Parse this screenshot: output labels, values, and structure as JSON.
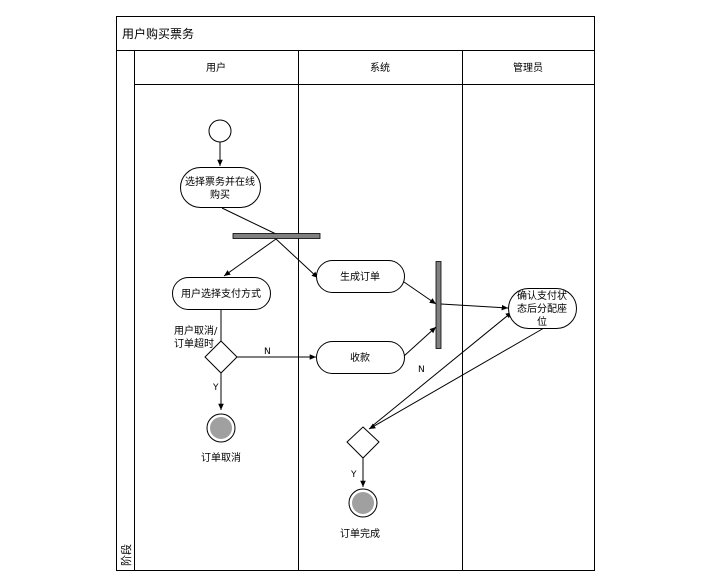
{
  "diagram": {
    "title": "用户购买票务",
    "stage_label": "阶段",
    "lanes": [
      {
        "label": "用户"
      },
      {
        "label": "系统"
      },
      {
        "label": "管理员"
      }
    ],
    "nodes": {
      "select": {
        "line1": "选择票务并在线",
        "line2": "购买"
      },
      "generate_order": {
        "label": "生成订单"
      },
      "pay_method": {
        "label": "用户选择支付方式"
      },
      "collect": {
        "label": "收款"
      },
      "confirm": {
        "line1": "确认支付状",
        "line2": "态后分配座",
        "line3": "位"
      },
      "cancel_end": {
        "label": "订单取消"
      },
      "complete_end": {
        "label": "订单完成"
      }
    },
    "guards": {
      "cancel_condition_1": "用户取消/",
      "cancel_condition_2": "订单超时",
      "n_to_collect": "N",
      "y_cancel": "Y",
      "n_from_confirm": "N",
      "y_complete": "Y"
    },
    "colors": {
      "line": "#000000",
      "bar": "#808080",
      "end_fill": "#a0a0a0"
    }
  }
}
